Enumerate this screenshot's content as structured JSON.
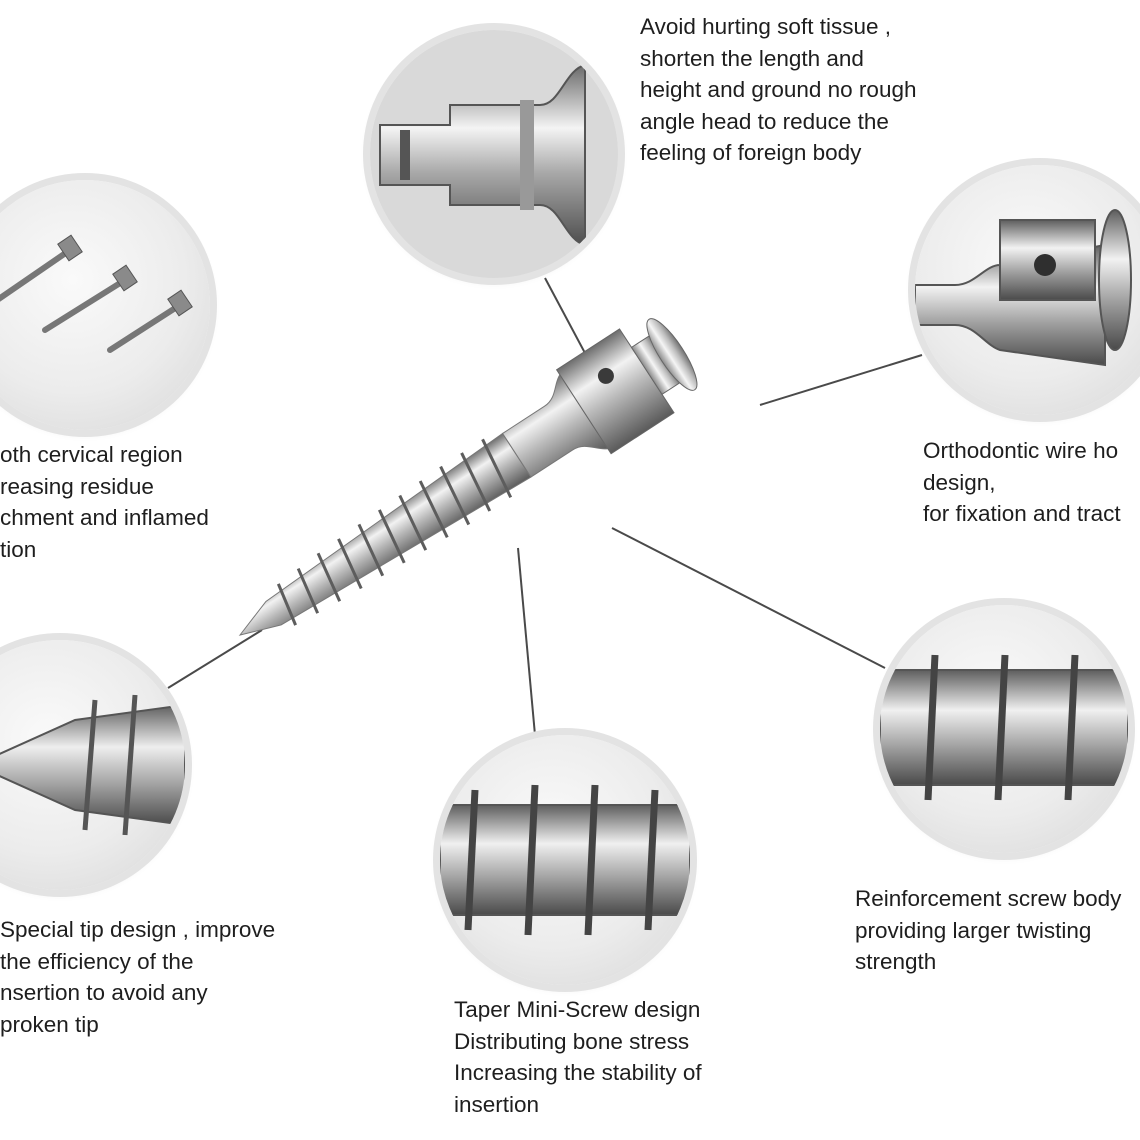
{
  "captions": {
    "head": {
      "lines": [
        "Avoid hurting soft tissue ,",
        "shorten the length and",
        "height and ground no rough",
        "angle head to reduce the",
        "feeling of foreign body"
      ]
    },
    "cervical": {
      "lines": [
        "oth cervical  region",
        "reasing residue",
        "chment and inflamed",
        "tion"
      ]
    },
    "wire_hole": {
      "lines": [
        "Orthodontic wire ho",
        "design,",
        "for fixation and tract"
      ]
    },
    "tip": {
      "lines": [
        "Special tip design , improve",
        "the efficiency of the",
        "nsertion to avoid any",
        "proken tip"
      ]
    },
    "taper": {
      "lines": [
        "Taper Mini-Screw design",
        "Distributing bone stress",
        "Increasing the stability of",
        "insertion"
      ]
    },
    "reinforcement": {
      "lines": [
        "Reinforcement screw body",
        "providing larger twisting",
        "strength"
      ]
    }
  },
  "colors": {
    "metal_light": "#f2f2f2",
    "metal_mid": "#b9b9b9",
    "metal_dark": "#6d6d6d",
    "leader_line": "#4a4a4a",
    "circle_ring": "#e3e3e3"
  }
}
